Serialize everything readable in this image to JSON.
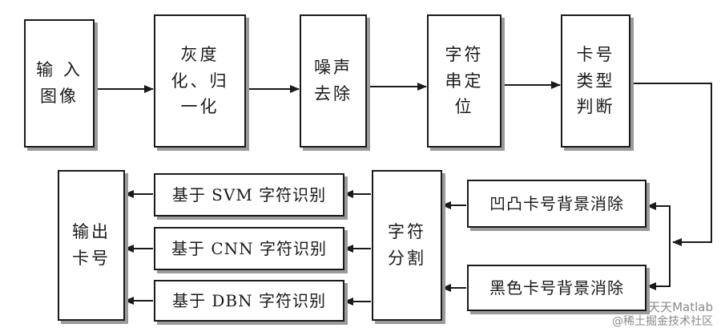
{
  "boxes": {
    "input": "输 入\n图像",
    "gray": "灰度\n化、归\n一化",
    "denoise": "噪声\n去除",
    "locate": "字符\n串定\n位",
    "cardtype": "卡号\n类型\n判断",
    "concave": "凹凸卡号背景消除",
    "black": "黑色卡号背景消除",
    "segment": "字符\n分割",
    "svm": "基于 SVM 字符识别",
    "cnn": "基于 CNN 字符识别",
    "dbn": "基于 DBN 字符识别",
    "output": "输出\n卡号"
  },
  "watermark": {
    "line1": "天天Matlab",
    "line2": "@稀土掘金技术社区"
  },
  "colors": {
    "line": "#1a1a1a",
    "shadow": "#9a9a9a",
    "watermark": "#8a8a8a"
  }
}
